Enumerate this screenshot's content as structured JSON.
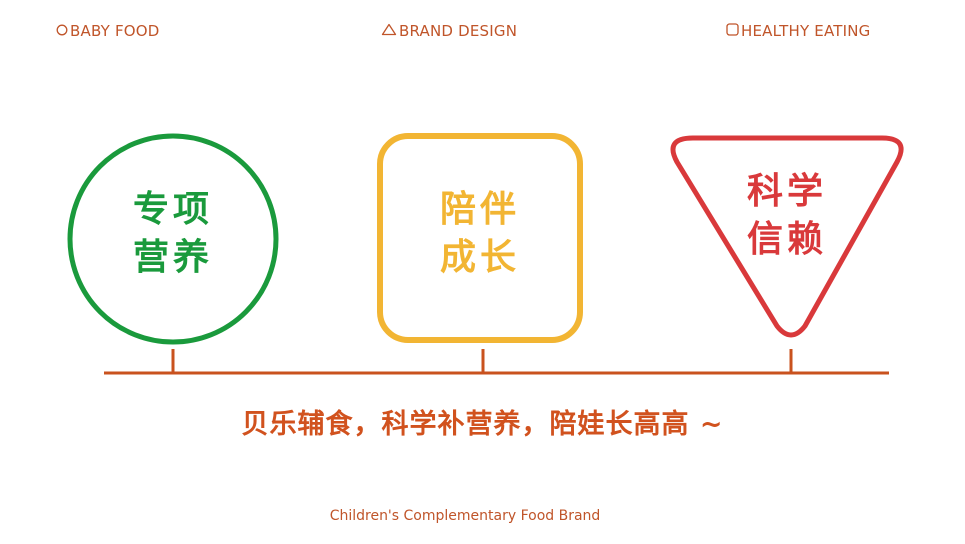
{
  "header": {
    "labels": [
      {
        "text": "BABY FOOD",
        "icon": "circle-outline-icon"
      },
      {
        "text": "BRAND DESIGN",
        "icon": "triangle-outline-icon"
      },
      {
        "text": "HEALTHY EATING",
        "icon": "square-outline-icon"
      }
    ]
  },
  "pillars": [
    {
      "shape": "circle",
      "line1": "专项",
      "line2": "营养",
      "color": "#1a9a3c"
    },
    {
      "shape": "rounded-square",
      "line1": "陪伴",
      "line2": "成长",
      "color": "#f2b533"
    },
    {
      "shape": "inverted-triangle",
      "line1": "科学",
      "line2": "信赖",
      "color": "#d9393b"
    }
  ],
  "timeline": {
    "color": "#c9521e"
  },
  "slogan": "贝乐辅食，科学补营养，陪娃长高高 ~",
  "footer": "Children's Complementary Food Brand",
  "colors": {
    "accent_text": "#c0552a",
    "slogan": "#d1521e"
  }
}
